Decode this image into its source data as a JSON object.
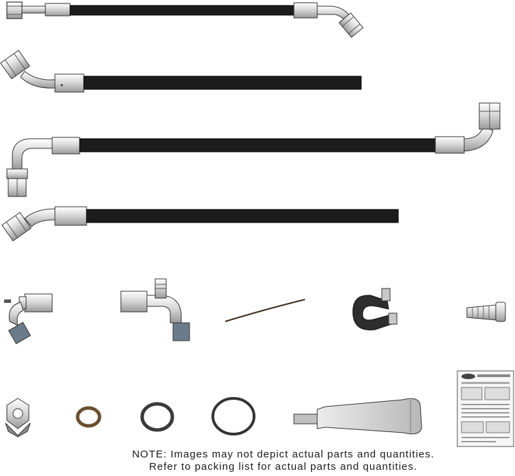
{
  "note": {
    "line1": "NOTE: Images may not depict actual parts and quantities.",
    "line2": "Refer to packing list for actual parts and quantities."
  },
  "icons": [
    "hose-assembly-1",
    "hose-assembly-2",
    "hose-assembly-3",
    "hose-assembly-4",
    "fitting-45-icon",
    "fitting-90-service-port-icon",
    "wire-tie-icon",
    "p-clamp-icon",
    "bolt-icon",
    "lock-nut-icon",
    "o-ring-small-icon",
    "o-ring-medium-icon",
    "o-ring-large-icon",
    "lubricant-tube-icon",
    "instruction-sheet-icon"
  ],
  "colors": {
    "hose": "#1c1c1c",
    "metal": "#d8d8d8",
    "outline": "#333333",
    "background": "#ffffff"
  }
}
